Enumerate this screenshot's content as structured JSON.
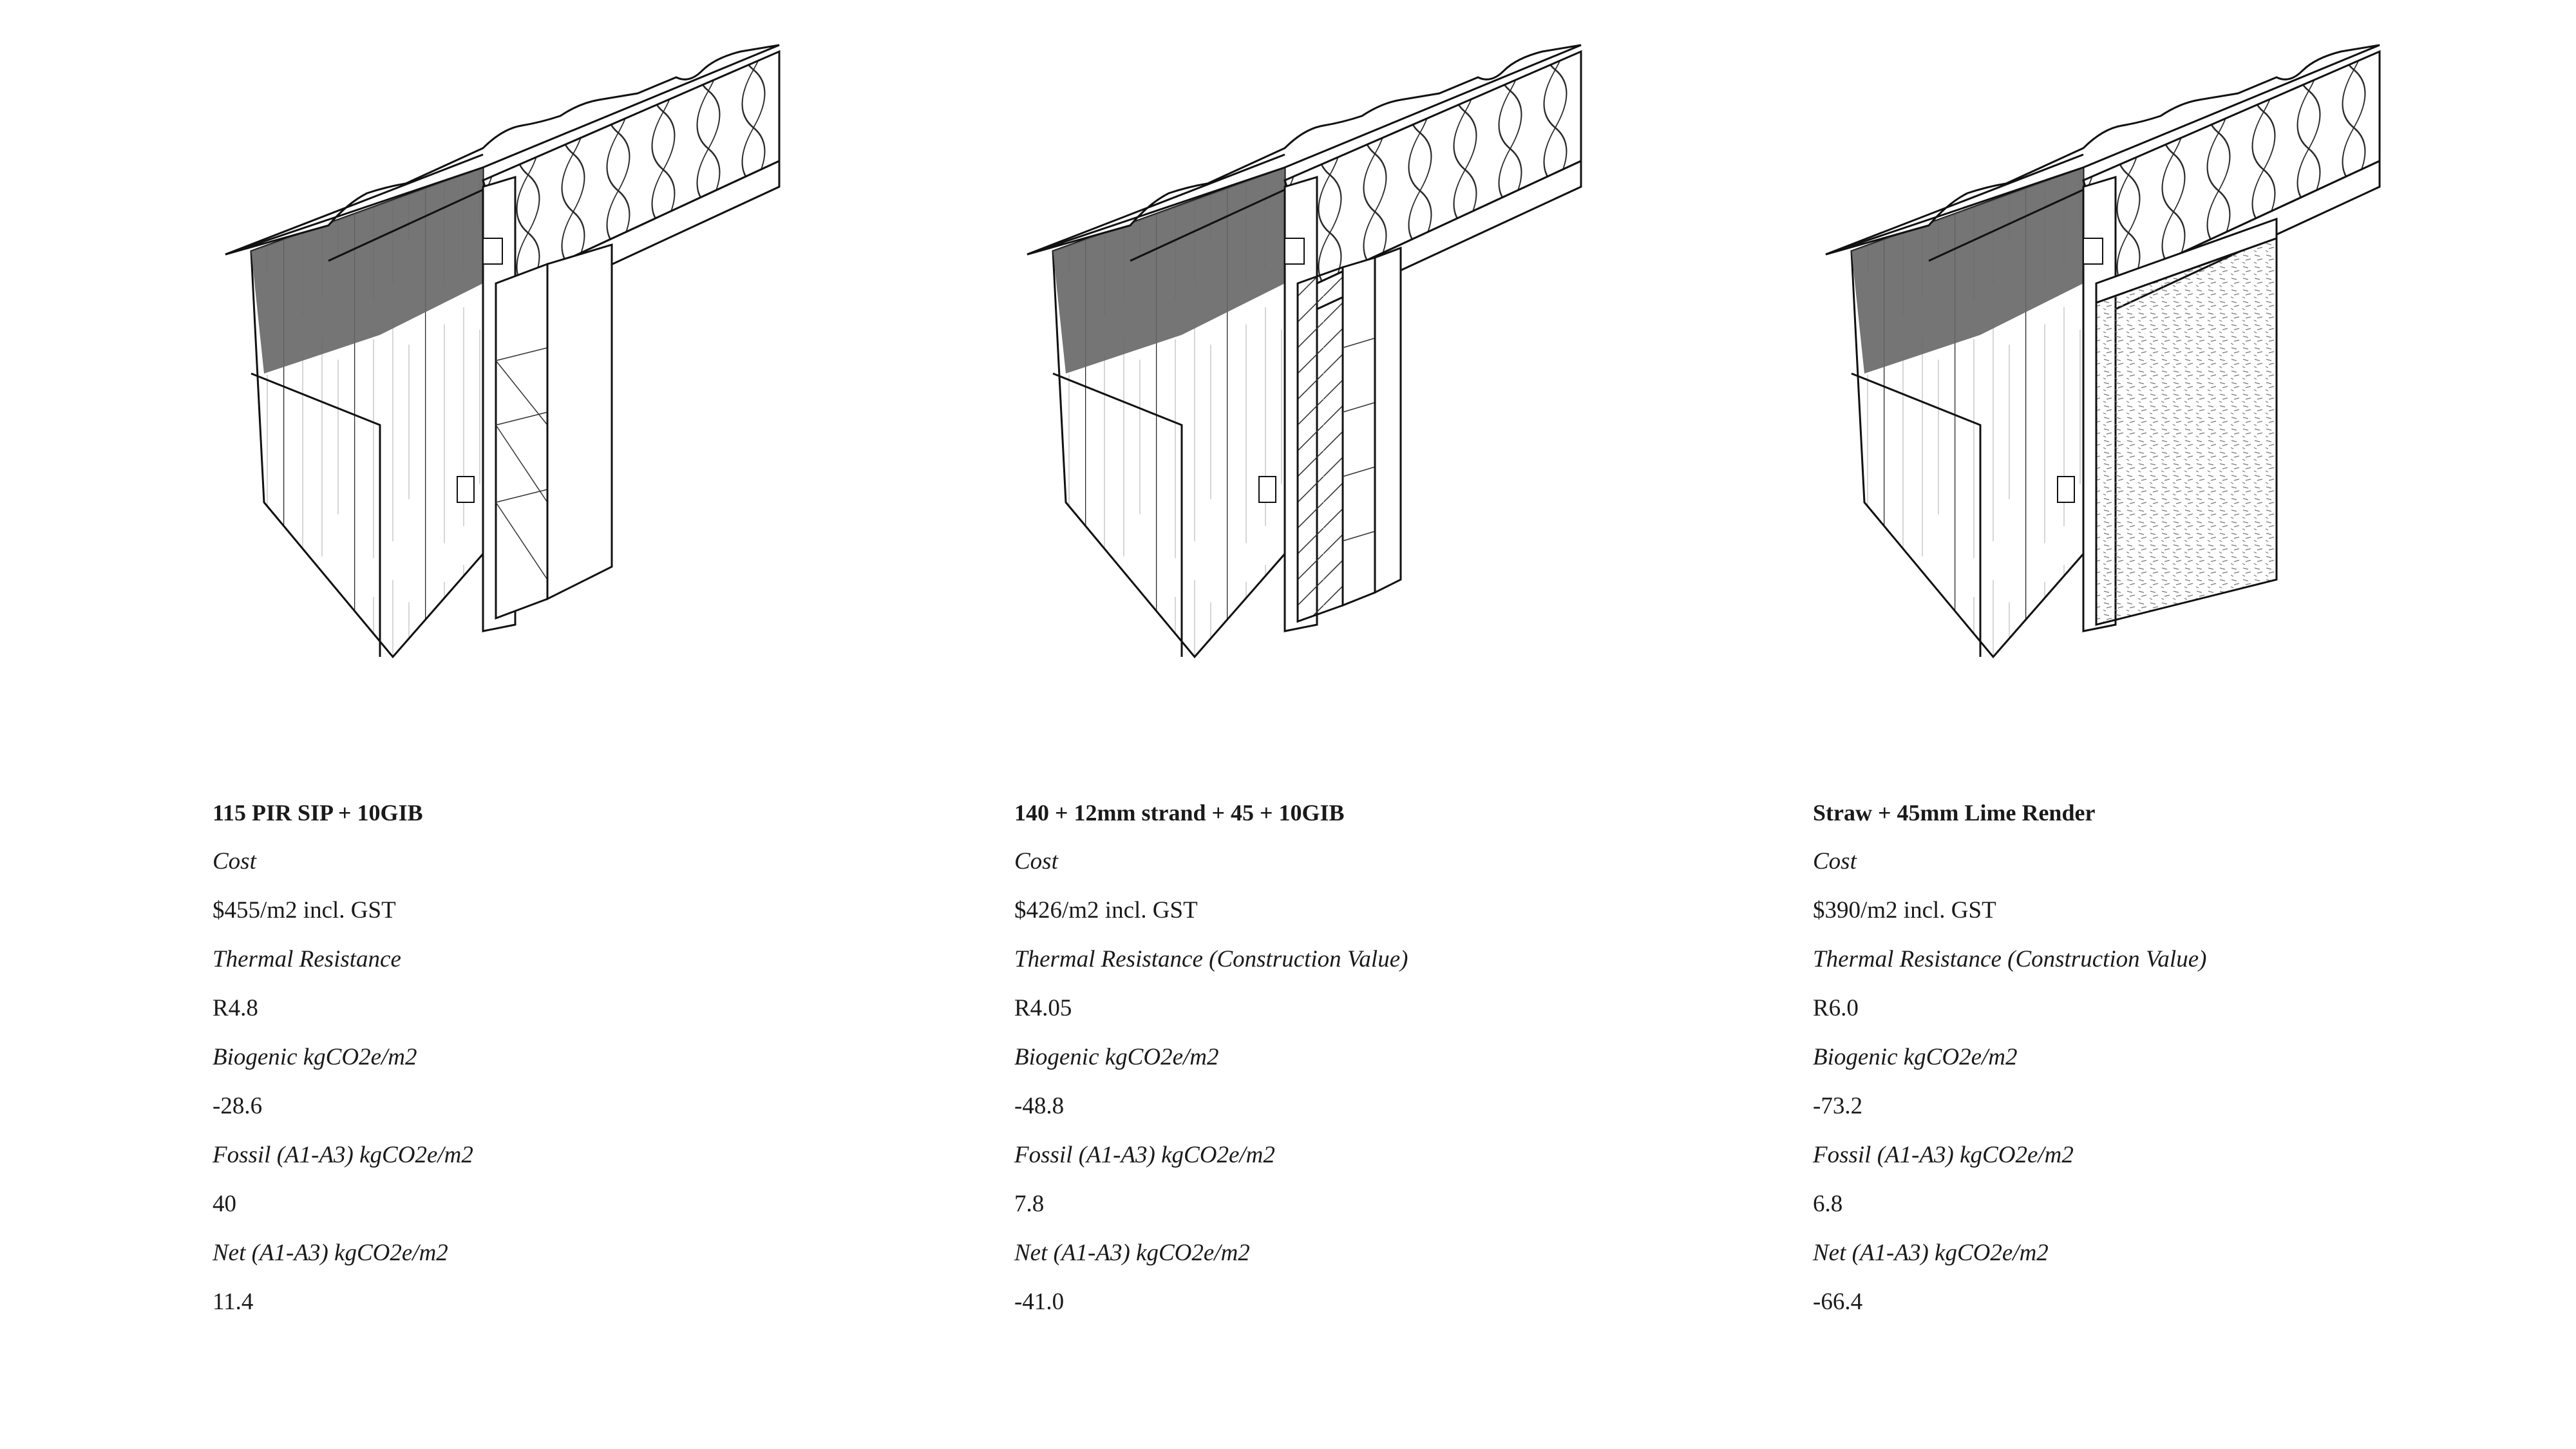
{
  "panels": [
    {
      "title": "115 PIR SIP + 10GIB",
      "cost_label": "Cost",
      "cost_value": "$455/m2 incl. GST",
      "thermal_label": "Thermal Resistance",
      "thermal_value": "R4.8",
      "biogenic_label": "Biogenic kgCO2e/m2",
      "biogenic_value": "-28.6",
      "fossil_label": "Fossil (A1-A3) kgCO2e/m2",
      "fossil_value": "40",
      "net_label": "Net (A1-A3) kgCO2e/m2",
      "net_value": "11.4"
    },
    {
      "title": "140 + 12mm strand + 45 + 10GIB",
      "cost_label": "Cost",
      "cost_value": "$426/m2 incl. GST",
      "thermal_label": "Thermal Resistance (Construction Value)",
      "thermal_value": "R4.05",
      "biogenic_label": "Biogenic kgCO2e/m2",
      "biogenic_value": "-48.8",
      "fossil_label": "Fossil (A1-A3) kgCO2e/m2",
      "fossil_value": "7.8",
      "net_label": "Net (A1-A3) kgCO2e/m2",
      "net_value": "-41.0"
    },
    {
      "title": "Straw + 45mm Lime Render",
      "cost_label": "Cost",
      "cost_value": "$390/m2 incl. GST",
      "thermal_label": "Thermal Resistance (Construction Value)",
      "thermal_value": "R6.0",
      "biogenic_label": "Biogenic kgCO2e/m2",
      "biogenic_value": "-73.2",
      "fossil_label": "Fossil (A1-A3) kgCO2e/m2",
      "fossil_value": "6.8",
      "net_label": "Net (A1-A3) kgCO2e/m2",
      "net_value": "-66.4"
    }
  ]
}
